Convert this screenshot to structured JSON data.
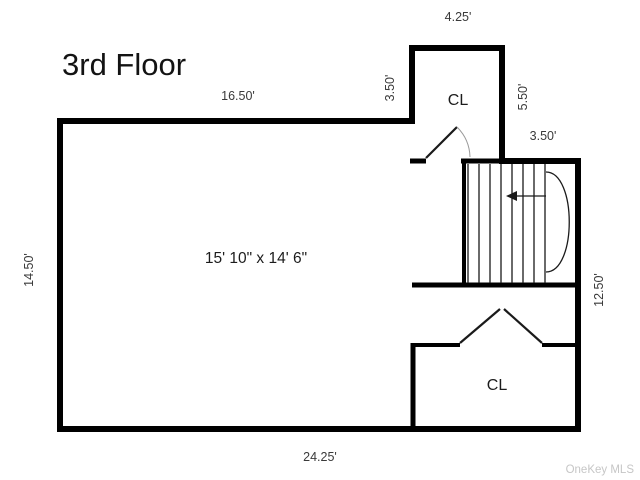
{
  "title": "3rd Floor",
  "watermark": "OneKey MLS",
  "labels": {
    "room_size": "15' 10\" x 14' 6\"",
    "closet_top": "CL",
    "closet_bottom": "CL"
  },
  "dimensions": {
    "closet_top_width": "4.25'",
    "top_wall_width": "16.50'",
    "closet_left_height": "3.50'",
    "closet_right_height": "5.50'",
    "right_top_width": "3.50'",
    "left_height": "14.50'",
    "right_height": "12.50'",
    "bottom_width": "24.25'"
  },
  "colors": {
    "wall": "#000000",
    "dimension_text": "#3a3a3a",
    "watermark": "#c6c6c6"
  }
}
